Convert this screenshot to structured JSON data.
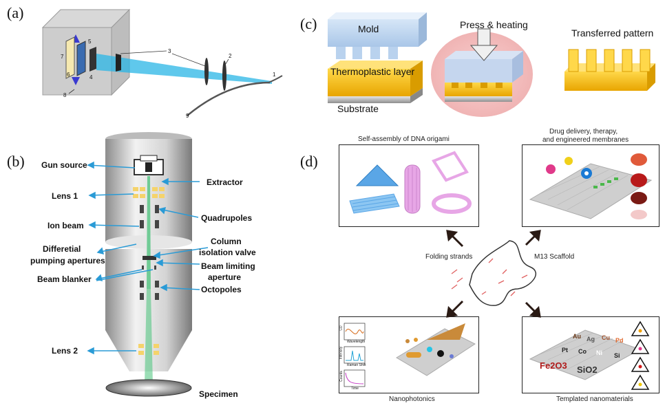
{
  "panels": {
    "a": "(a)",
    "b": "(b)",
    "c": "(c)",
    "d": "(d)"
  },
  "panel_a": {
    "numbers": [
      "1",
      "2",
      "3",
      "4",
      "5",
      "6",
      "7",
      "8",
      "9"
    ]
  },
  "panel_b": {
    "labels": {
      "gun_source": "Gun source",
      "extractor": "Extractor",
      "lens1": "Lens 1",
      "quadrupoles": "Quadrupoles",
      "ion_beam": "Ion beam",
      "differential_line1": "Differetial",
      "differential_line2": "pumping apertures",
      "column_line1": "Column",
      "column_line2": "isolation valve",
      "beam_limiting_line1": "Beam limiting",
      "beam_limiting_line2": "aperture",
      "beam_blanker": "Beam blanker",
      "octopoles": "Octopoles",
      "lens2": "Lens 2",
      "specimen": "Specimen"
    }
  },
  "panel_c": {
    "mold": "Mold",
    "thermoplastic": "Thermoplastic layer",
    "substrate": "Substrate",
    "press": "Press & heating",
    "transferred": "Transferred pattern"
  },
  "panel_d": {
    "self_assembly": "Self-assembly of DNA origami",
    "drug_line1": "Drug delivery, therapy,",
    "drug_line2": "and engineered membranes",
    "folding": "Folding strands",
    "scaffold": "M13 Scaffold",
    "nanophotonics": "Nanophotonics",
    "templated": "Templated nanomaterials",
    "plot_labels": [
      "CD",
      "Wavelength",
      "Intensity",
      "Raman Shift",
      "Counts",
      "Time"
    ],
    "material_labels": [
      "Au",
      "Ag",
      "Cu",
      "Pd",
      "Pt",
      "Co",
      "Ni",
      "Si",
      "Fe2O3",
      "SiO2"
    ]
  },
  "colors": {
    "beam": "#29b6e6",
    "lens": "#f5d36b",
    "arrow_blue": "#2a9bd6",
    "thermo": "#f2b81c",
    "mold": "#b8d4f0",
    "origami_blue": "#5aa6e6",
    "origami_pink": "#e7a6e6"
  }
}
